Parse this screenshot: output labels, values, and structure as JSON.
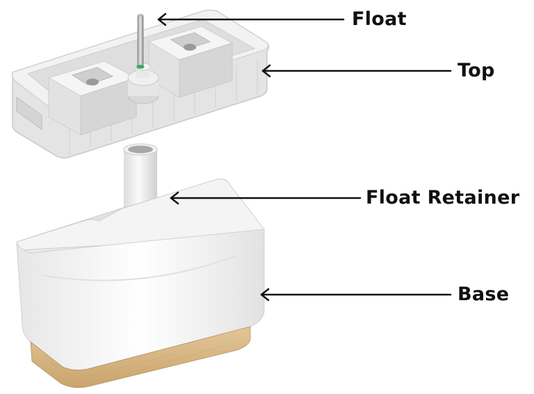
{
  "callouts": {
    "float": "Float",
    "top": "Top",
    "float_retainer": "Float Retainer",
    "base": "Base"
  },
  "colors": {
    "text": "#111111",
    "arrow": "#111111",
    "plastic": "#ececec",
    "plastic_shadow": "#cfcfcf",
    "wood": "#d8b888",
    "indicator": "#2fae5a"
  }
}
